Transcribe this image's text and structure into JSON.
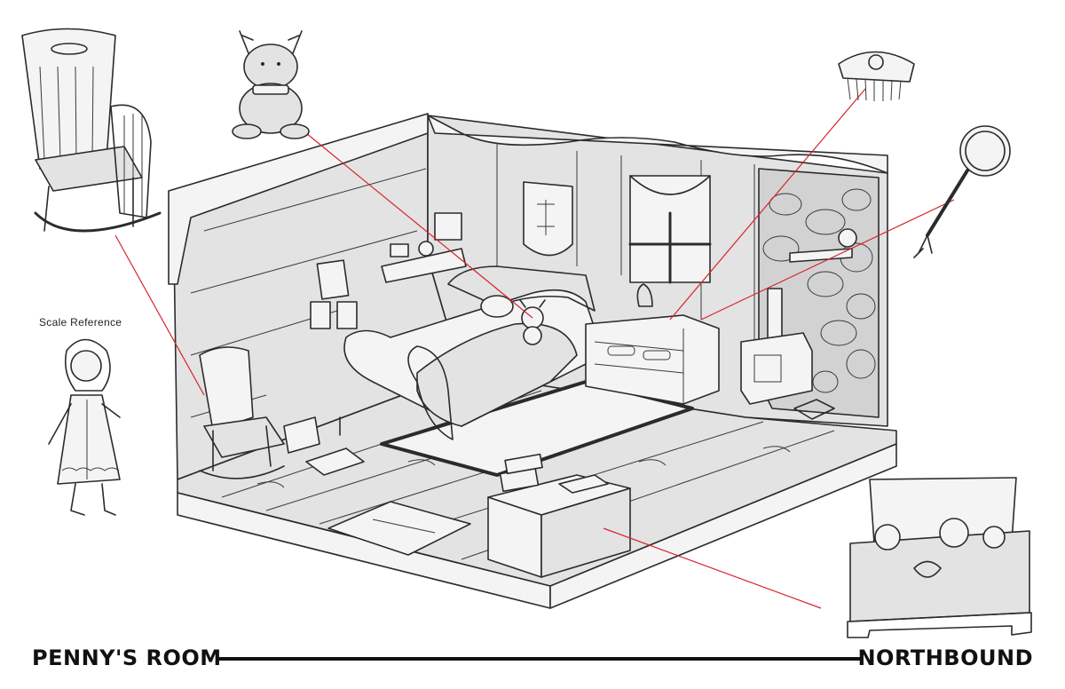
{
  "sheet": {
    "title": "PENNY'S ROOM",
    "project": "NORTHBOUND",
    "scale_label": "Scale Reference"
  },
  "colors": {
    "ink": "#2b2b2b",
    "fill": "#e3e3e3",
    "callout_line": "#d9232d",
    "background": "#ffffff"
  },
  "callouts": [
    "rocking-chair",
    "plush-reindeer",
    "comb",
    "hand-mirror",
    "toy-chest"
  ]
}
